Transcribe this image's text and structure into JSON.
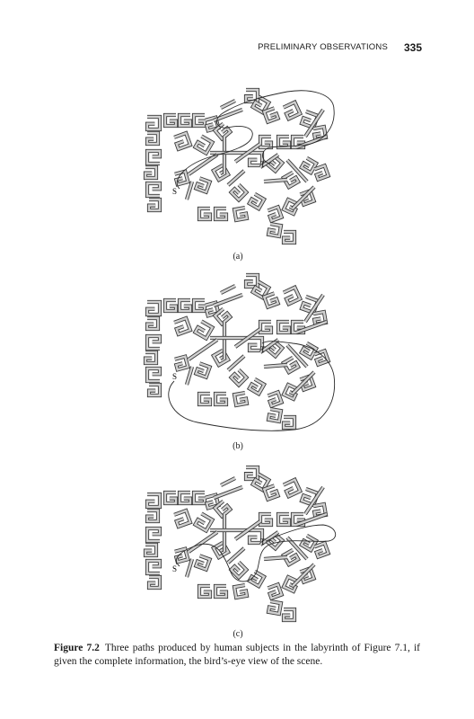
{
  "header": {
    "running_head": "PRELIMINARY OBSERVATIONS",
    "page_number": "335"
  },
  "figure": {
    "panels": [
      {
        "label": "(a)",
        "start_marker": "S",
        "target_marker": "T"
      },
      {
        "label": "(b)",
        "start_marker": "S",
        "target_marker": "T"
      },
      {
        "label": "(c)",
        "start_marker": "S",
        "target_marker": "T"
      }
    ]
  },
  "caption": {
    "label": "Figure 7.2",
    "text": "Three paths produced by human subjects in the labyrinth of Figure 7.1, if given the complete information, the bird’s-eye view of the scene."
  }
}
